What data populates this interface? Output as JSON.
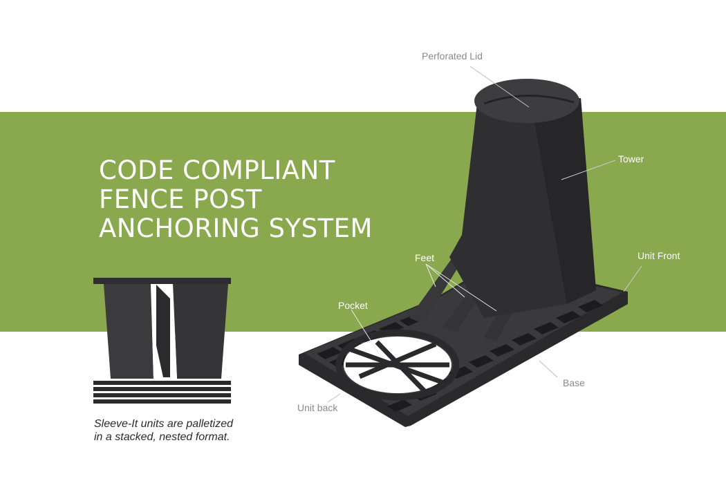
{
  "headline": [
    "CODE COMPLIANT",
    "FENCE POST",
    "ANCHORING SYSTEM"
  ],
  "caption": [
    "Sleeve-It units are palletized",
    "in a stacked, nested format."
  ],
  "labels": {
    "perforated_lid": "Perforated Lid",
    "tower": "Tower",
    "unit_front": "Unit Front",
    "feet": "Feet",
    "pocket": "Pocket",
    "base": "Base",
    "unit_back": "Unit back"
  },
  "colors": {
    "band_green": "#8aa84e",
    "product_black": "#2f2f31",
    "white": "#ffffff",
    "label_gray": "#8a8a8a"
  }
}
